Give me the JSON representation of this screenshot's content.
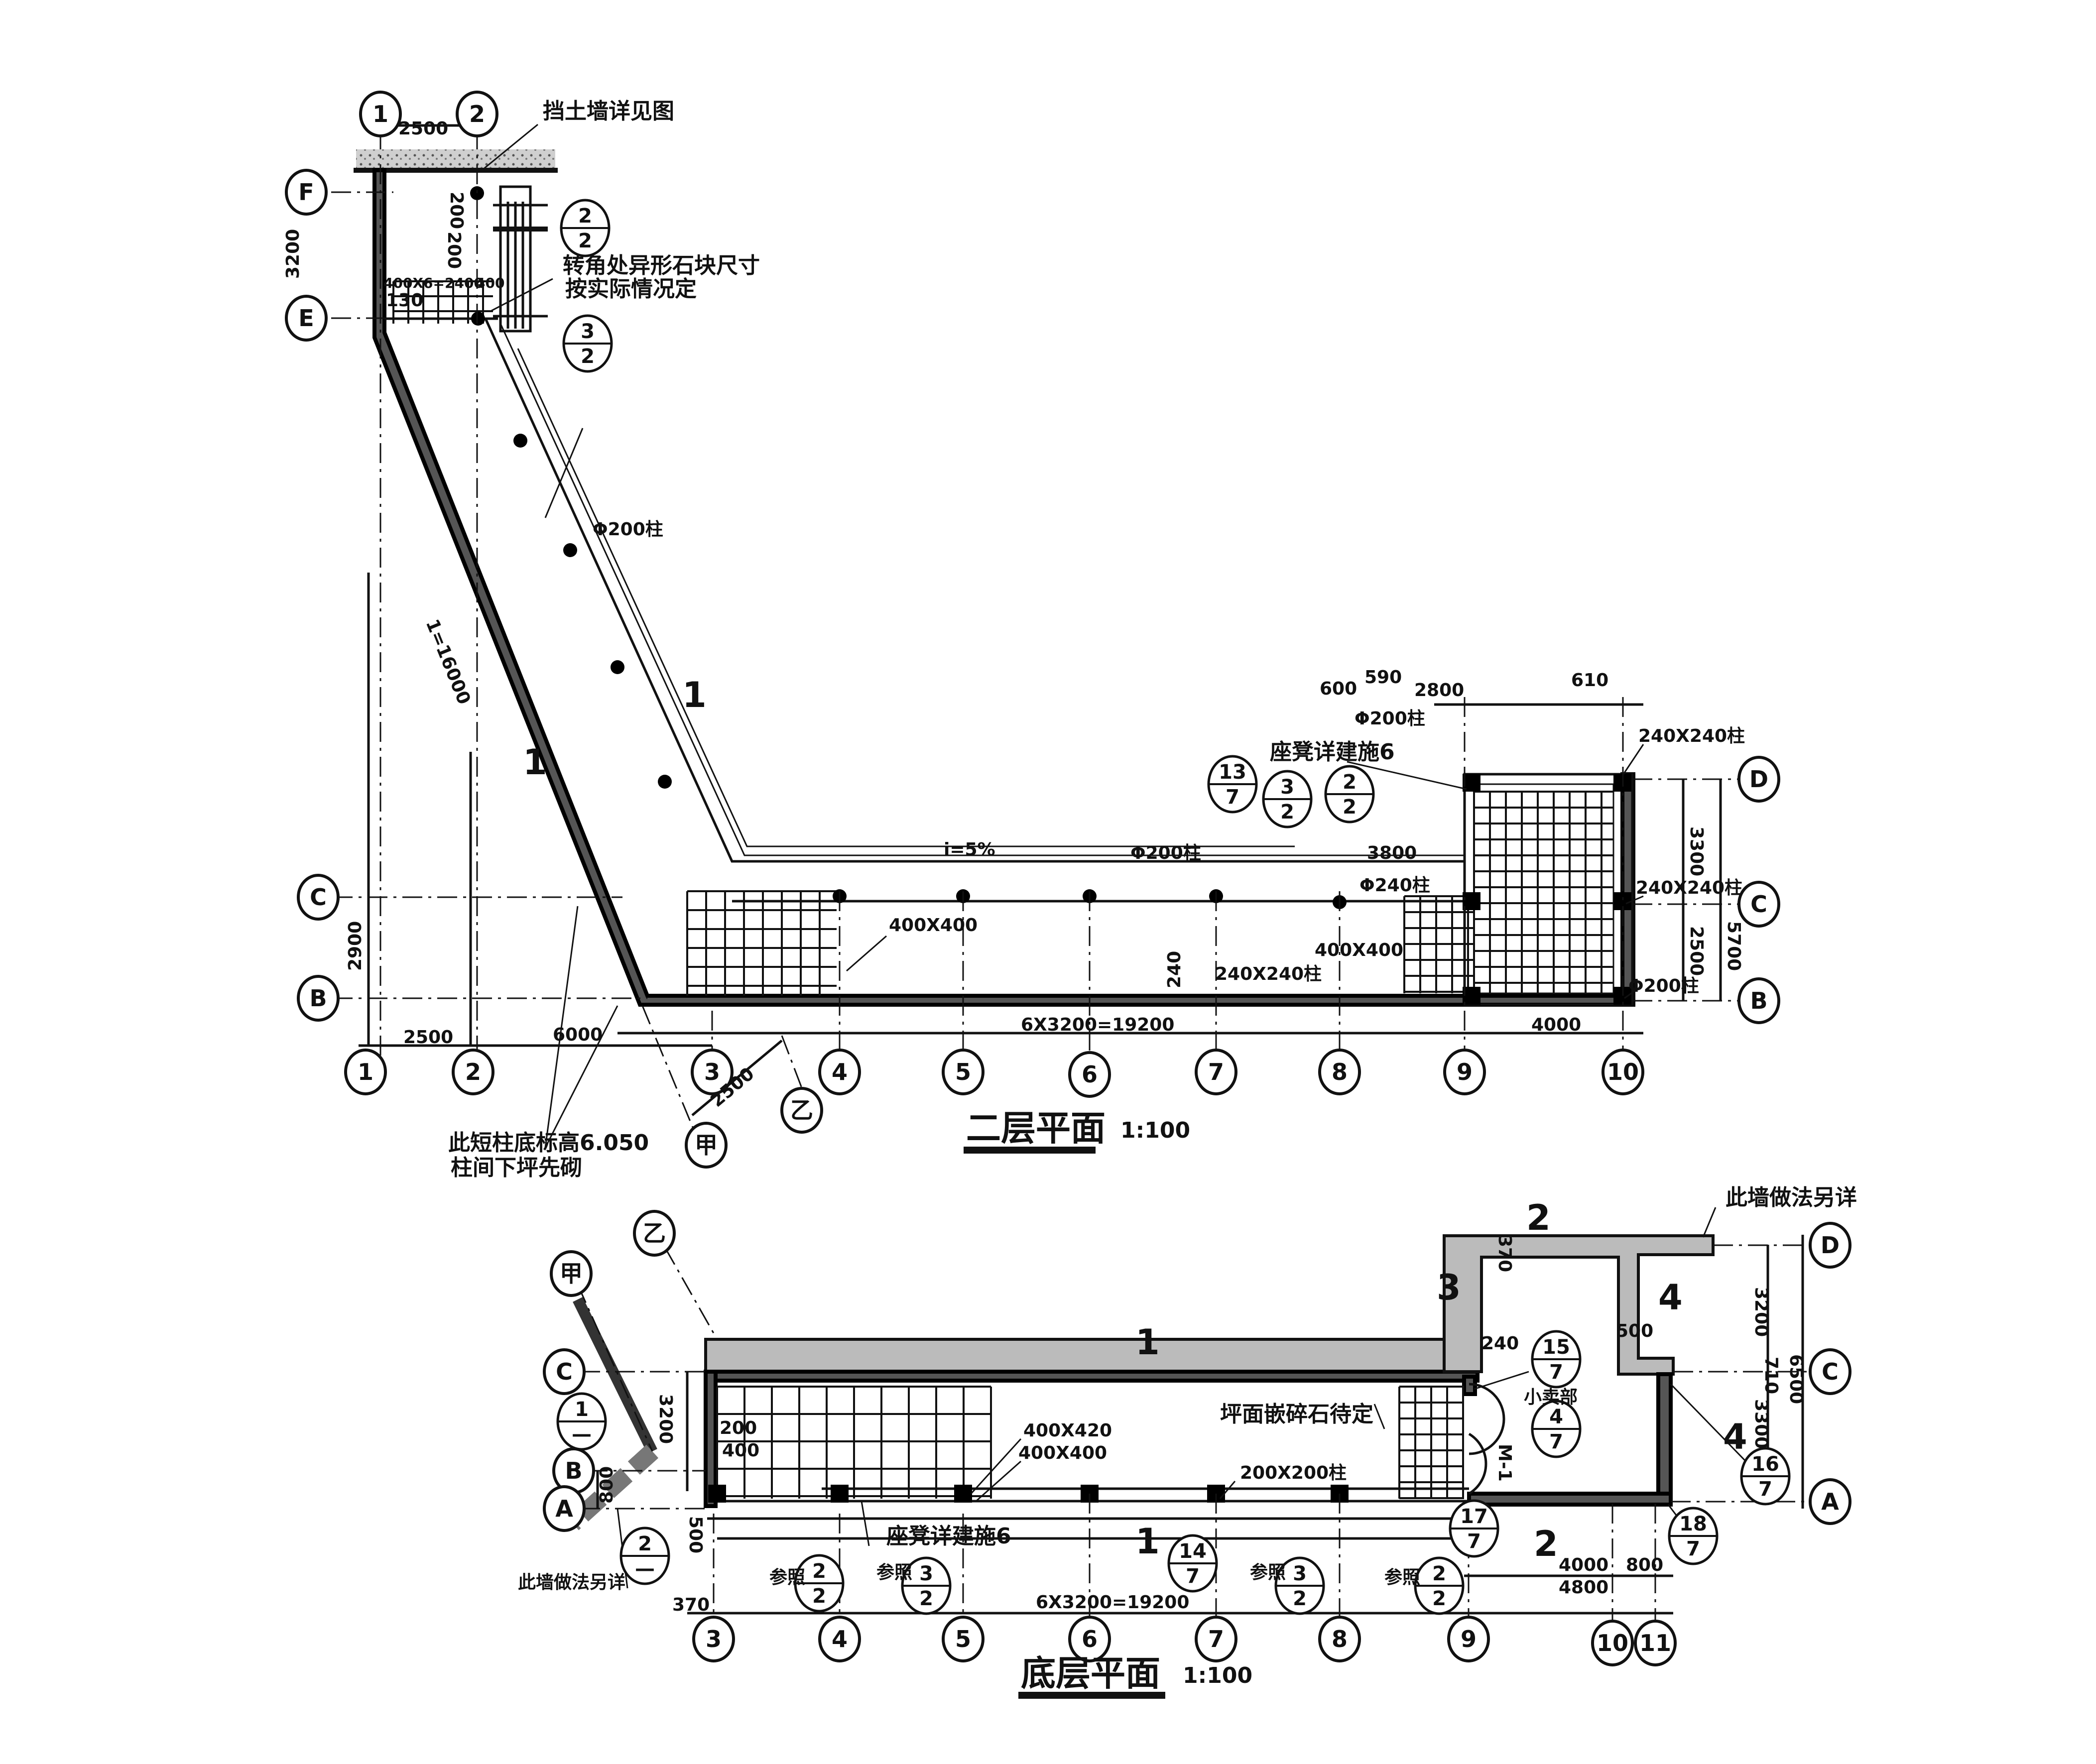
{
  "upper": {
    "title": "二层平面",
    "scale": "1:100",
    "axes": {
      "a1": "1",
      "a2": "2",
      "a3": "3",
      "a4": "4",
      "a5": "5",
      "a6": "6",
      "a7": "7",
      "a8": "8",
      "a9": "9",
      "a10": "10",
      "top1": "1",
      "top2": "2",
      "F": "F",
      "E": "E",
      "C": "C",
      "B": "B",
      "D": "D",
      "Cr": "C",
      "Br": "B",
      "jia": "甲",
      "yi": "乙"
    },
    "index_marks": [
      {
        "num": "2",
        "den": "2"
      },
      {
        "num": "3",
        "den": "2"
      },
      {
        "num": "13",
        "den": "7"
      },
      {
        "num": "3",
        "den": "2"
      },
      {
        "num": "2",
        "den": "2"
      }
    ],
    "notes": {
      "retaining_wall": "挡土墙详见图",
      "corner_stone_1": "转角处异形石块尺寸",
      "corner_stone_2": "按实际情况定",
      "short_col_1": "此短柱底标高6.050",
      "short_col_2": "柱间下坪先砌",
      "col_d200_a": "Φ200柱",
      "col_d200_b": "Φ200柱",
      "col_d200_c": "Φ200柱",
      "col_d200_d": "Φ200柱",
      "col_d240": "Φ240柱",
      "col_240_a": "240X240柱",
      "col_240_b": "240X240柱",
      "col_240_c": "240X240柱",
      "bench": "座凳详建施6",
      "slope": "i=5%",
      "tile_a": "400X400",
      "tile_b": "400X400",
      "section_1a": "1",
      "section_1b": "1"
    },
    "dims": {
      "top_2500": "2500",
      "d200a": "200",
      "d200b": "200",
      "d3200": "3200",
      "d400x6": "400X6=2400",
      "d400": "400",
      "d130": "130",
      "d240": "240",
      "d600": "600",
      "d590": "590",
      "d2800": "2800",
      "d610": "610",
      "d3800": "3800",
      "d3300": "3300",
      "d2500r": "2500",
      "d5700": "5700",
      "d2900": "2900",
      "ddiag": "1=16000",
      "b2500": "2500",
      "b6000": "6000",
      "b19200": "6X3200=19200",
      "b4000": "4000",
      "diag2500": "2500"
    }
  },
  "lower": {
    "title": "底层平面",
    "scale": "1:100",
    "axes": {
      "a3": "3",
      "a4": "4",
      "a5": "5",
      "a6": "6",
      "a7": "7",
      "a8": "8",
      "a9": "9",
      "a10": "10",
      "a11": "11",
      "D": "D",
      "C": "C",
      "A": "A",
      "Cl": "C",
      "Bl": "B",
      "Al": "A",
      "jia": "甲",
      "yi": "乙"
    },
    "index_marks": [
      {
        "num": "2",
        "den": "2"
      },
      {
        "num": "3",
        "den": "2"
      },
      {
        "num": "14",
        "den": "7"
      },
      {
        "num": "3",
        "den": "2"
      },
      {
        "num": "2",
        "den": "2"
      },
      {
        "num": "15",
        "den": "7"
      },
      {
        "num": "4",
        "den": "7"
      },
      {
        "num": "16",
        "den": "7"
      },
      {
        "num": "17",
        "den": "7"
      },
      {
        "num": "18",
        "den": "7"
      },
      {
        "num": "1",
        "den": "—"
      },
      {
        "num": "2",
        "den": "—"
      }
    ],
    "refer": [
      "参照",
      "参照",
      "参照",
      "参照"
    ],
    "notes": {
      "paving": "坪面嵌碎石待定",
      "tile_a": "400X420",
      "tile_b": "400X400",
      "col_200": "200X200柱",
      "bench": "座凳详建施6",
      "kiosk": "小卖部",
      "door": "M-1",
      "wall_note_r": "此墙做法另详",
      "wall_note_l": "此墙做法另详",
      "sec1a": "1",
      "sec1b": "1",
      "sec2a": "2",
      "sec2b": "2",
      "sec3": "3",
      "sec4a": "4",
      "sec4b": "4"
    },
    "dims": {
      "d19200": "6X3200=19200",
      "d370": "370",
      "d4000": "4000",
      "d800": "800",
      "d4800": "4800",
      "d3200r": "3200",
      "d3300r": "3300",
      "d6500": "6500",
      "d500r": "500",
      "d710": "710",
      "d240": "240",
      "d370t": "370",
      "d3200l": "3200",
      "d800l": "800",
      "d500l": "500",
      "d200": "200",
      "d400": "400"
    }
  }
}
